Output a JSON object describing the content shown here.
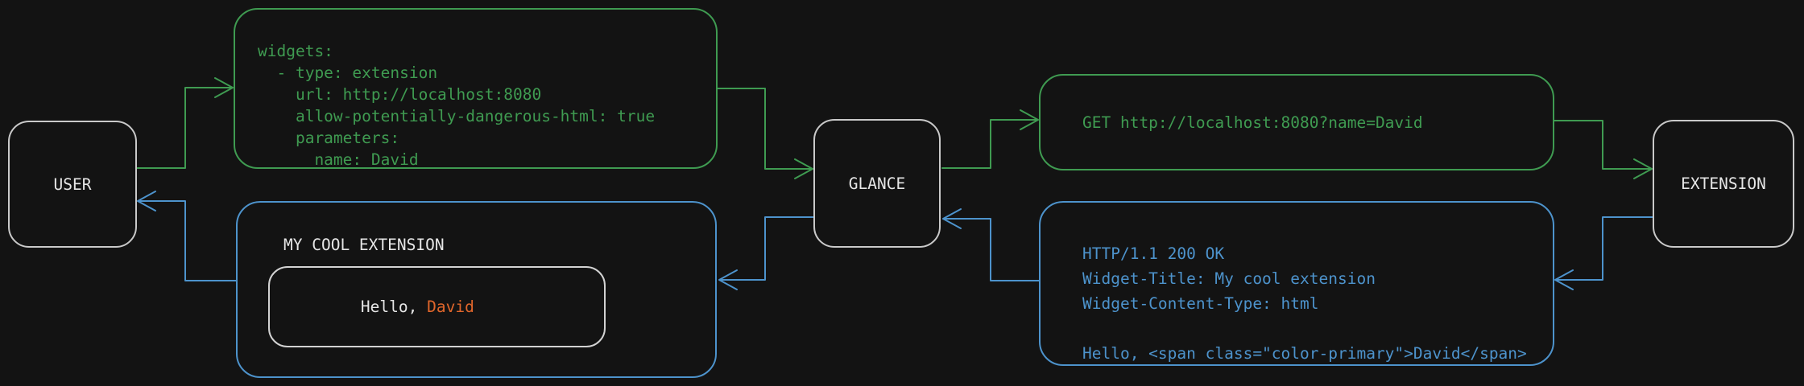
{
  "colors": {
    "background": "#131313",
    "green": "#3f9b51",
    "blue": "#4d93cc",
    "orange": "#e0662b",
    "text": "#e6e6e6",
    "node_border": "#c9c9c9"
  },
  "nodes": {
    "user": {
      "label": "USER"
    },
    "glance": {
      "label": "GLANCE"
    },
    "extension": {
      "label": "EXTENSION"
    }
  },
  "config_box": {
    "lines": [
      "widgets:",
      "  - type: extension",
      "    url: http://localhost:8080",
      "    allow-potentially-dangerous-html: true",
      "    parameters:",
      "      name: David"
    ]
  },
  "request_box": {
    "text": "GET http://localhost:8080?name=David"
  },
  "response_box": {
    "lines": [
      "HTTP/1.1 200 OK",
      "Widget-Title: My cool extension",
      "Widget-Content-Type: html",
      "",
      "Hello, <span class=\"color-primary\">David</span>"
    ]
  },
  "widget_preview": {
    "title": "MY COOL EXTENSION",
    "greeting_prefix": "Hello, ",
    "greeting_name": "David"
  },
  "connectors": [
    {
      "from": "user",
      "to": "config-box",
      "color": "green"
    },
    {
      "from": "config-box",
      "to": "glance",
      "color": "green"
    },
    {
      "from": "glance",
      "to": "request-box",
      "color": "green"
    },
    {
      "from": "request-box",
      "to": "extension",
      "color": "green"
    },
    {
      "from": "extension",
      "to": "response-box",
      "color": "blue"
    },
    {
      "from": "response-box",
      "to": "glance",
      "color": "blue"
    },
    {
      "from": "glance",
      "to": "widget-box",
      "color": "blue"
    },
    {
      "from": "widget-box",
      "to": "user",
      "color": "blue"
    }
  ]
}
